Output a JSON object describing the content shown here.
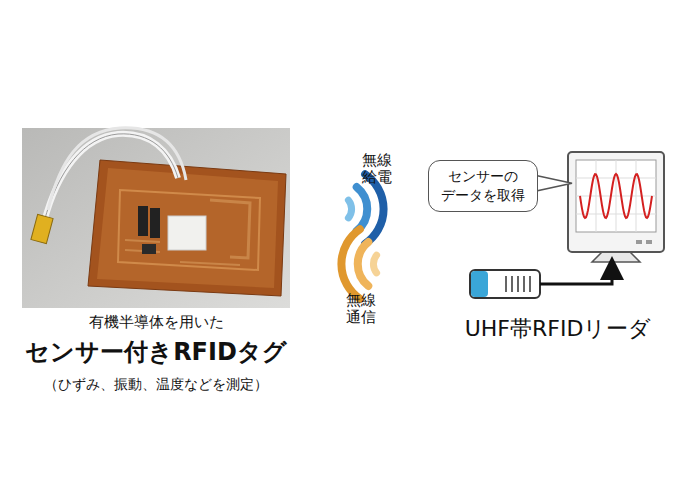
{
  "diagram": {
    "nodes": [
      {
        "text": [
          "有機半導体を用いた",
          "センサー付きRFIDタグ",
          "（ひずみ、振動、温度などを測定）"
        ]
      },
      {
        "text": [
          "センサーの データを取得"
        ]
      },
      {
        "text": [
          "UHF帯RFIDリーダ"
        ]
      }
    ],
    "labels": [
      "無線 給電",
      "無線 通信"
    ]
  }
}
